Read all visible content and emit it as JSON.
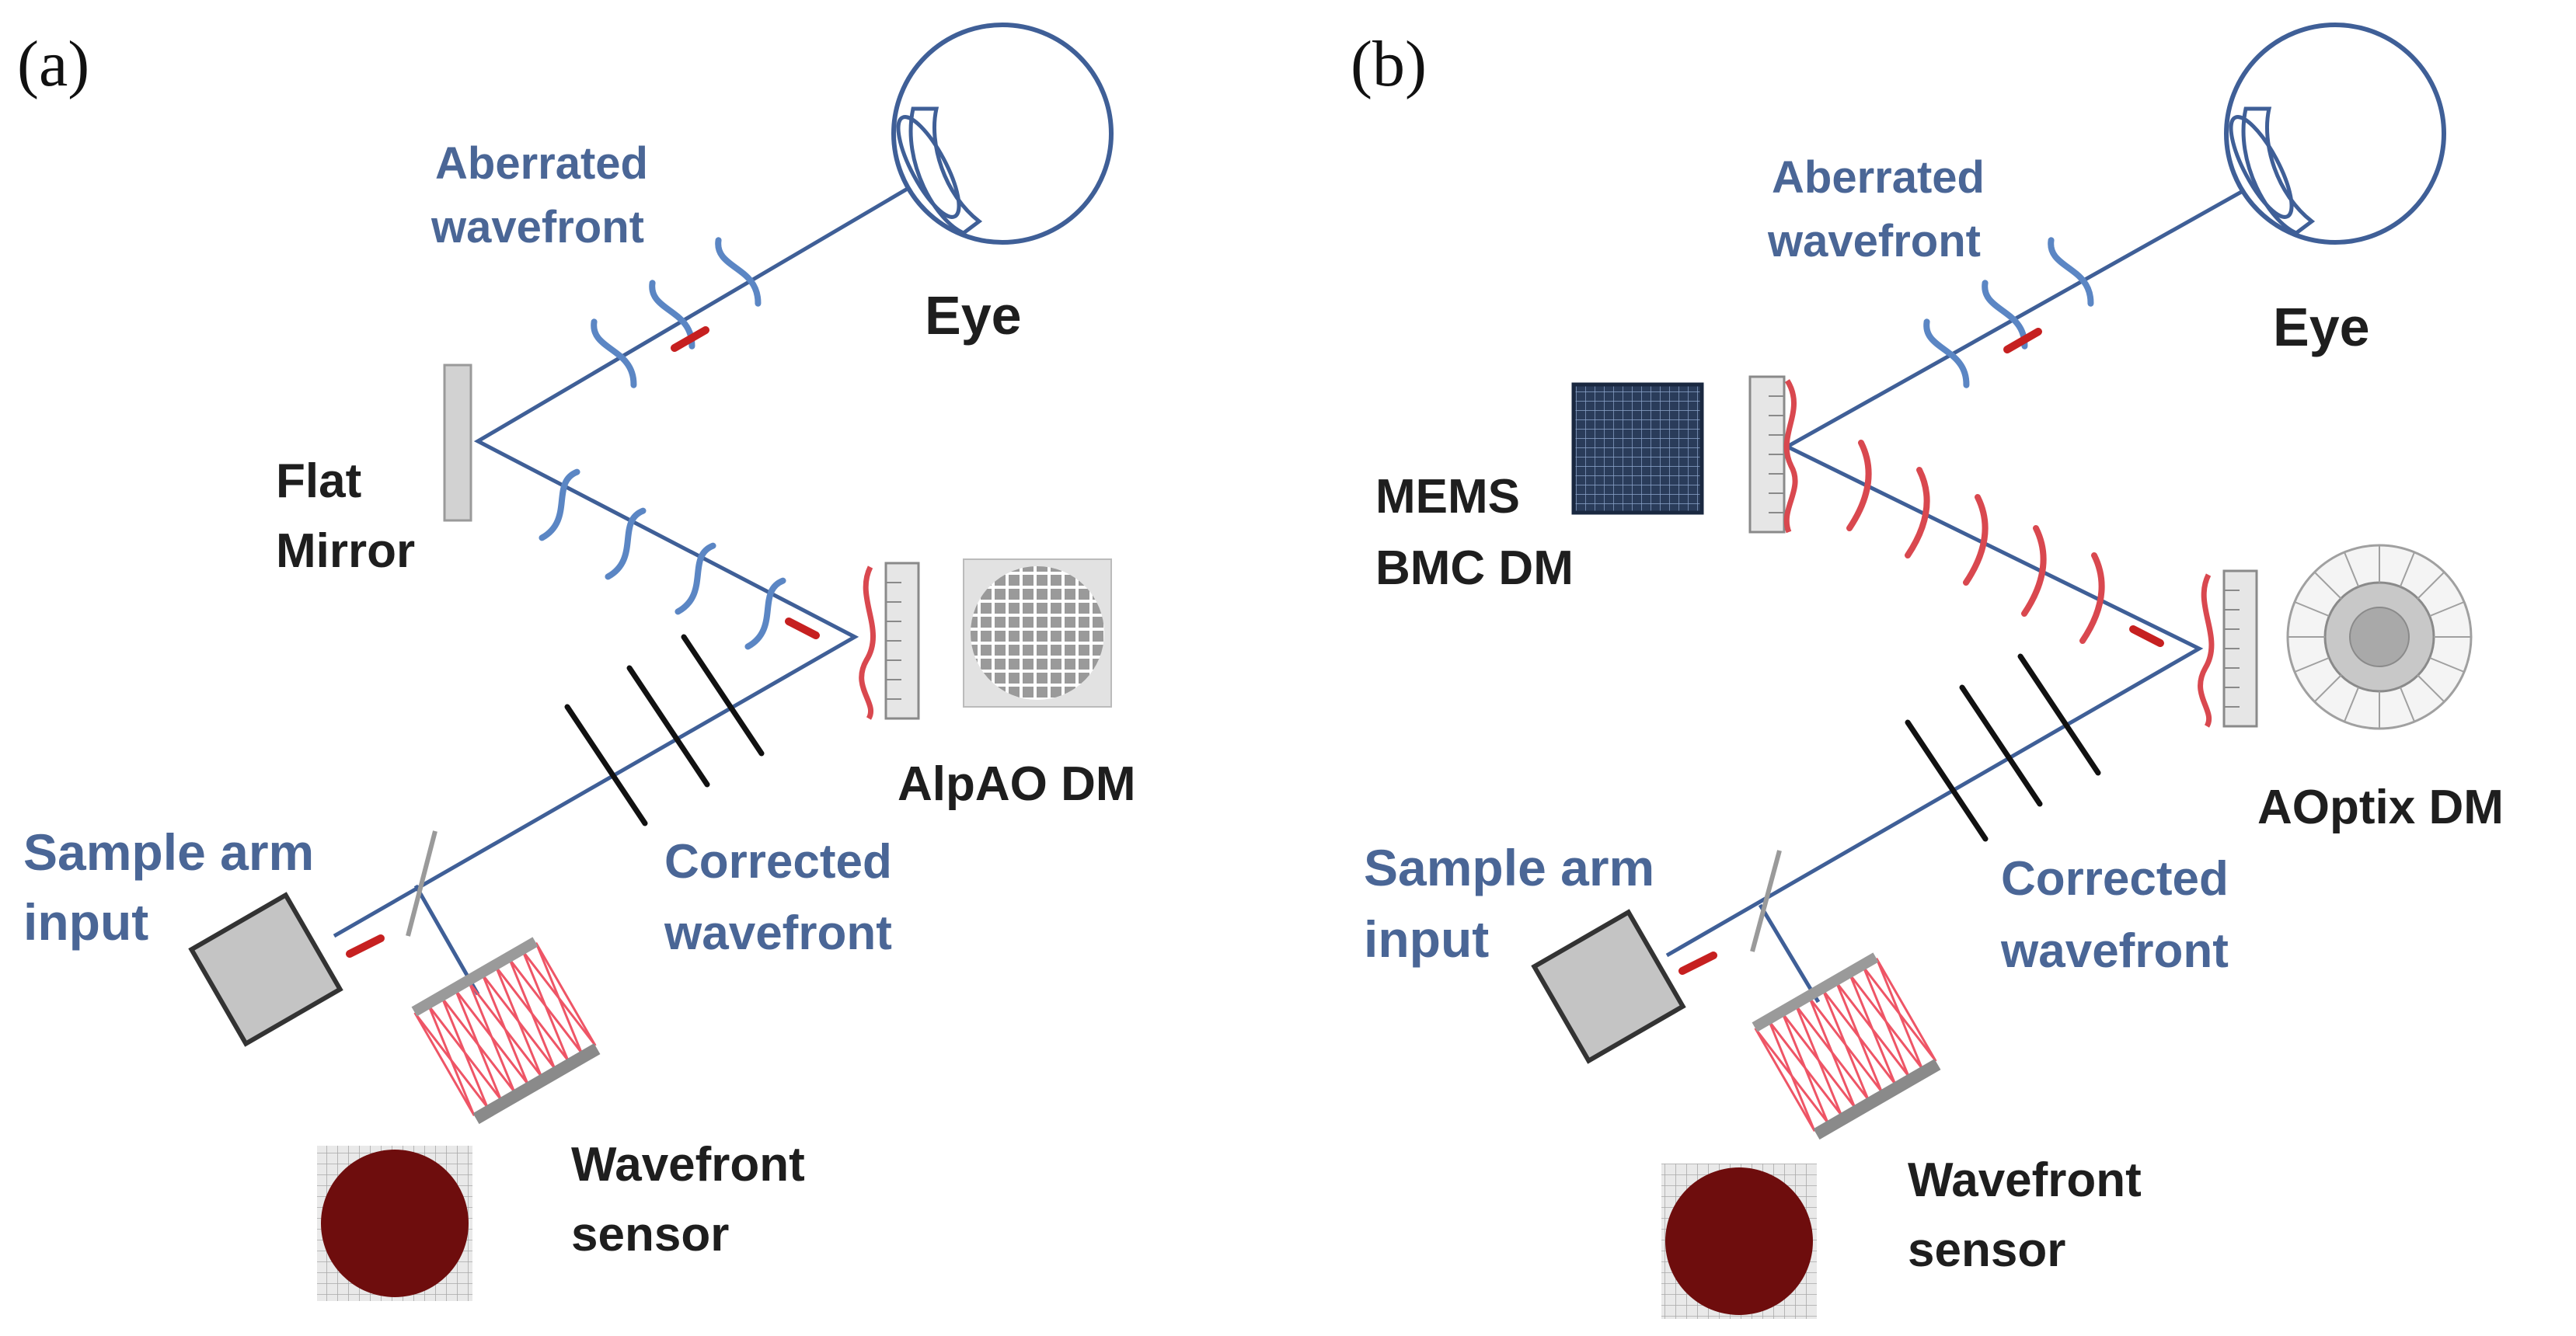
{
  "colors": {
    "beam": "#3f5f97",
    "wavefront_blue": "#5b86c4",
    "wavefront_red": "#d9484f",
    "label_blue": "#4a6696",
    "label_dark": "#1e1e1e",
    "sensor_disk": "#6e0d0d",
    "lenslet_red": "#ee5566",
    "mirror_gray": "#d2d2d2",
    "mems_dark": "#2a3c5a"
  },
  "panels": {
    "a": {
      "tag": "(a)",
      "eye_label": "Eye",
      "aberrated_line1": "Aberrated",
      "aberrated_line2": "wavefront",
      "flat_mirror_line1": "Flat",
      "flat_mirror_line2": "Mirror",
      "dm_label": "AlpAO DM",
      "sample_arm_line1": "Sample arm",
      "sample_arm_line2": "input",
      "corrected_line1": "Corrected",
      "corrected_line2": "wavefront",
      "sensor_line1": "Wavefront",
      "sensor_line2": "sensor",
      "icons": [
        "eye-icon",
        "flat-mirror-icon",
        "alpao-dm-icon",
        "sample-arm-box-icon",
        "lenslet-array-icon",
        "wavefront-sensor-spot-icon"
      ]
    },
    "b": {
      "tag": "(b)",
      "eye_label": "Eye",
      "aberrated_line1": "Aberrated",
      "aberrated_line2": "wavefront",
      "mems_line1": "MEMS",
      "mems_line2": "BMC DM",
      "dm_label": "AOptix DM",
      "sample_arm_line1": "Sample arm",
      "sample_arm_line2": "input",
      "corrected_line1": "Corrected",
      "corrected_line2": "wavefront",
      "sensor_line1": "Wavefront",
      "sensor_line2": "sensor",
      "icons": [
        "eye-icon",
        "mems-dm-icon",
        "aoptix-dm-icon",
        "sample-arm-box-icon",
        "lenslet-array-icon",
        "wavefront-sensor-spot-icon"
      ]
    }
  }
}
